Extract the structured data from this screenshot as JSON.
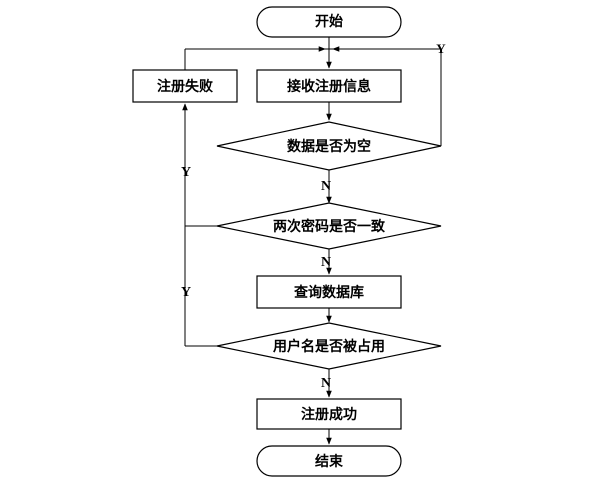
{
  "nodes": {
    "start": "开始",
    "receive": "接收注册信息",
    "fail": "注册失败",
    "check_empty": "数据是否为空",
    "check_password": "两次密码是否一致",
    "query_db": "查询数据库",
    "check_username": "用户名是否被占用",
    "success": "注册成功",
    "end": "结束"
  },
  "branches": {
    "empty_yes": "Y",
    "empty_no": "N",
    "password_yes": "Y",
    "password_no": "N",
    "username_yes": "Y",
    "username_no": "N"
  }
}
